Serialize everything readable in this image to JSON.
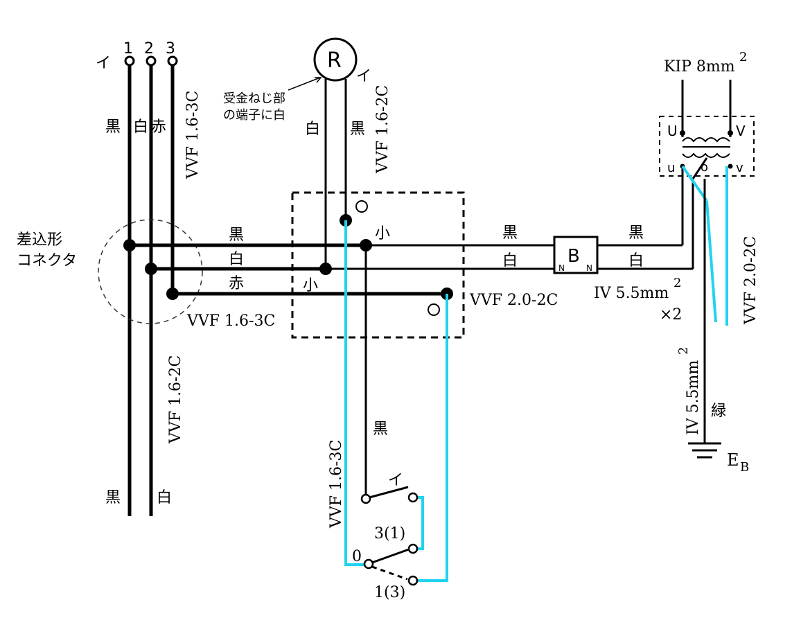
{
  "terminals": {
    "i": "イ",
    "n1": "1",
    "n2": "2",
    "n3": "3"
  },
  "left_cable": {
    "black": "黒",
    "white": "白",
    "red": "赤",
    "cable": "VVF 1.6-3C",
    "connector_label": [
      "差込形",
      "コネクタ"
    ],
    "lower_cable": "VVF 1.6-2C",
    "lower_black": "黒",
    "lower_white": "白",
    "joint_cable": "VVF 1.6-3C"
  },
  "lamp": {
    "symbol": "R",
    "note": [
      "受金ねじ部",
      "の端子に白"
    ],
    "white": "白",
    "black": "黒",
    "cable": "VVF 1.6-2C",
    "i_mark": "イ"
  },
  "box": {
    "o_top": "O",
    "small_top": "小",
    "small_bottom": "小",
    "o_bottom": "O",
    "line_black": "黒",
    "line_white": "白",
    "line_red": "赤"
  },
  "right_run": {
    "black": "黒",
    "white": "白",
    "cable_to_switch_box": "VVF 2.0-2C",
    "breaker": "B",
    "breaker_n_left": "N",
    "breaker_n_right": "N",
    "black2": "黒",
    "white2": "白",
    "iv_line1": "IV  5.5mm",
    "iv_sup": "2",
    "iv_line2": "×2"
  },
  "transformer": {
    "kip": "KIP  8mm",
    "kip_sup": "2",
    "U": "U",
    "V": "V",
    "u": "u",
    "o": "o",
    "v": "v",
    "cable": "VVF 2.0-2C"
  },
  "ground": {
    "iv": "IV  5.5mm",
    "iv_sup": "2",
    "green": "緑",
    "eb": "E",
    "eb_sub": "B"
  },
  "switch": {
    "cable": "VVF 1.6-3C",
    "black": "黒",
    "i_mark": "イ",
    "pos_31": "3(1)",
    "pos_0": "0",
    "pos_13": "1(3)"
  }
}
